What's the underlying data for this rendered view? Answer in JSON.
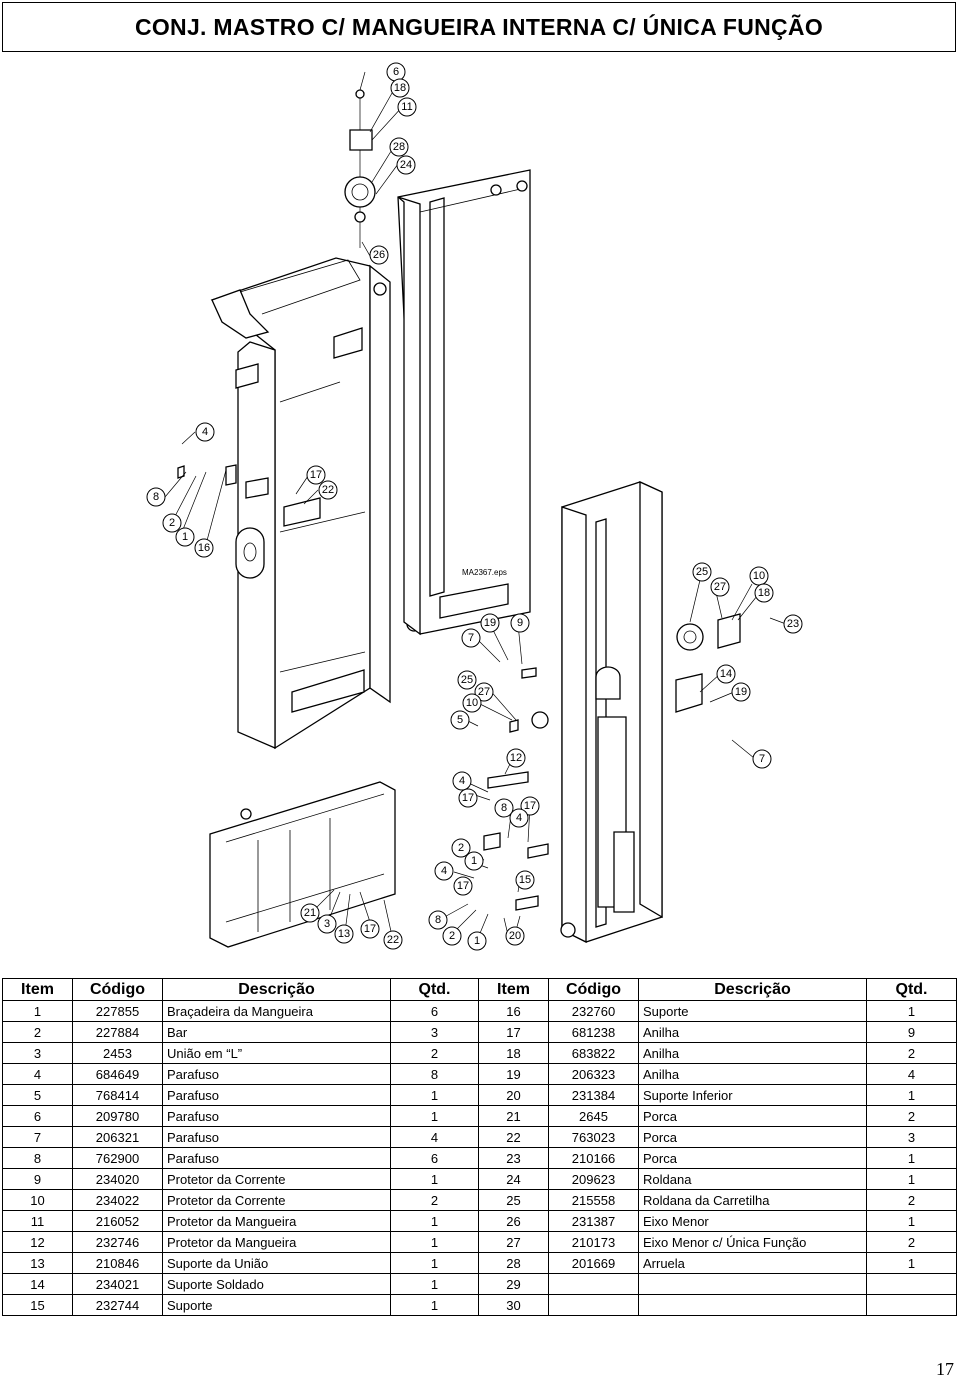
{
  "title": "CONJ. MASTRO C/ MANGUEIRA INTERNA C/ ÚNICA FUNÇÃO",
  "drawing": {
    "file_label": "MA2367.eps"
  },
  "table": {
    "headers": [
      "Item",
      "Código",
      "Descrição",
      "Qtd.",
      "Item",
      "Código",
      "Descrição",
      "Qtd."
    ],
    "rows": [
      {
        "left": {
          "item": "1",
          "code": "227855",
          "desc": "Braçadeira da Mangueira",
          "qty": "6"
        },
        "right": {
          "item": "16",
          "code": "232760",
          "desc": "Suporte",
          "qty": "1"
        }
      },
      {
        "left": {
          "item": "2",
          "code": "227884",
          "desc": "Bar",
          "qty": "3"
        },
        "right": {
          "item": "17",
          "code": "681238",
          "desc": "Anilha",
          "qty": "9"
        }
      },
      {
        "left": {
          "item": "3",
          "code": "2453",
          "desc": "União em “L”",
          "qty": "2"
        },
        "right": {
          "item": "18",
          "code": "683822",
          "desc": "Anilha",
          "qty": "2"
        }
      },
      {
        "left": {
          "item": "4",
          "code": "684649",
          "desc": "Parafuso",
          "qty": "8"
        },
        "right": {
          "item": "19",
          "code": "206323",
          "desc": "Anilha",
          "qty": "4"
        }
      },
      {
        "left": {
          "item": "5",
          "code": "768414",
          "desc": "Parafuso",
          "qty": "1"
        },
        "right": {
          "item": "20",
          "code": "231384",
          "desc": "Suporte Inferior",
          "qty": "1"
        }
      },
      {
        "left": {
          "item": "6",
          "code": "209780",
          "desc": "Parafuso",
          "qty": "1"
        },
        "right": {
          "item": "21",
          "code": "2645",
          "desc": "Porca",
          "qty": "2"
        }
      },
      {
        "left": {
          "item": "7",
          "code": "206321",
          "desc": "Parafuso",
          "qty": "4"
        },
        "right": {
          "item": "22",
          "code": "763023",
          "desc": "Porca",
          "qty": "3"
        }
      },
      {
        "left": {
          "item": "8",
          "code": "762900",
          "desc": "Parafuso",
          "qty": "6"
        },
        "right": {
          "item": "23",
          "code": "210166",
          "desc": "Porca",
          "qty": "1"
        }
      },
      {
        "left": {
          "item": "9",
          "code": "234020",
          "desc": "Protetor da Corrente",
          "qty": "1"
        },
        "right": {
          "item": "24",
          "code": "209623",
          "desc": "Roldana",
          "qty": "1"
        }
      },
      {
        "left": {
          "item": "10",
          "code": "234022",
          "desc": "Protetor da Corrente",
          "qty": "2"
        },
        "right": {
          "item": "25",
          "code": "215558",
          "desc": "Roldana da Carretilha",
          "qty": "2"
        }
      },
      {
        "left": {
          "item": "11",
          "code": "216052",
          "desc": "Protetor da Mangueira",
          "qty": "1"
        },
        "right": {
          "item": "26",
          "code": "231387",
          "desc": "Eixo Menor",
          "qty": "1"
        }
      },
      {
        "left": {
          "item": "12",
          "code": "232746",
          "desc": "Protetor da Mangueira",
          "qty": "1"
        },
        "right": {
          "item": "27",
          "code": "210173",
          "desc": "Eixo Menor c/ Única Função",
          "qty": "2"
        }
      },
      {
        "left": {
          "item": "13",
          "code": "210846",
          "desc": "Suporte da União",
          "qty": "1"
        },
        "right": {
          "item": "28",
          "code": "201669",
          "desc": "Arruela",
          "qty": "1"
        }
      },
      {
        "left": {
          "item": "14",
          "code": "234021",
          "desc": "Suporte Soldado",
          "qty": "1"
        },
        "right": {
          "item": "29",
          "code": "",
          "desc": "",
          "qty": ""
        }
      },
      {
        "left": {
          "item": "15",
          "code": "232744",
          "desc": "Suporte",
          "qty": "1"
        },
        "right": {
          "item": "30",
          "code": "",
          "desc": "",
          "qty": ""
        }
      }
    ]
  },
  "page_number": "17"
}
